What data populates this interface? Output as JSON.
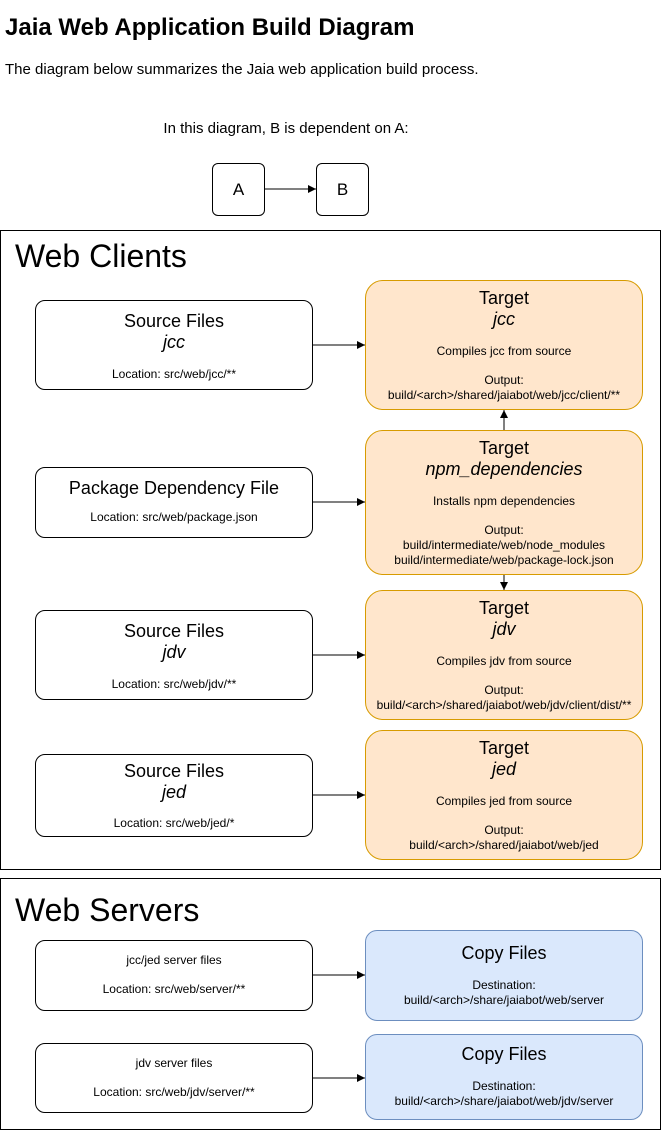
{
  "title": "Jaia Web Application Build Diagram",
  "intro": "The diagram below summarizes the Jaia web application build process.",
  "legend": {
    "text": "In this diagram, B is dependent on A:",
    "a": "A",
    "b": "B"
  },
  "web_clients": {
    "title": "Web Clients",
    "src_jcc": {
      "title": "Source Files",
      "name": "jcc",
      "location": "Location: src/web/jcc/**"
    },
    "pkg": {
      "title": "Package Dependency File",
      "location": "Location: src/web/package.json"
    },
    "src_jdv": {
      "title": "Source Files",
      "name": "jdv",
      "location": "Location: src/web/jdv/**"
    },
    "src_jed": {
      "title": "Source Files",
      "name": "jed",
      "location": "Location: src/web/jed/*"
    },
    "tgt_jcc": {
      "title": "Target",
      "name": "jcc",
      "desc": "Compiles jcc from source",
      "output_label": "Output:",
      "output": "build/<arch>/shared/jaiabot/web/jcc/client/**"
    },
    "tgt_npm": {
      "title": "Target",
      "name": "npm_dependencies",
      "desc": "Installs npm dependencies",
      "output_label": "Output:",
      "output1": "build/intermediate/web/node_modules",
      "output2": "build/intermediate/web/package-lock.json"
    },
    "tgt_jdv": {
      "title": "Target",
      "name": "jdv",
      "desc": "Compiles jdv from source",
      "output_label": "Output:",
      "output": "build/<arch>/shared/jaiabot/web/jdv/client/dist/**"
    },
    "tgt_jed": {
      "title": "Target",
      "name": "jed",
      "desc": "Compiles jed from source",
      "output_label": "Output:",
      "output": "build/<arch>/shared/jaiabot/web/jed"
    }
  },
  "web_servers": {
    "title": "Web Servers",
    "src_jccjed": {
      "title": "jcc/jed server files",
      "location": "Location: src/web/server/**"
    },
    "src_jdv": {
      "title": "jdv server files",
      "location": "Location: src/web/jdv/server/**"
    },
    "copy1": {
      "title": "Copy Files",
      "dest_label": "Destination:",
      "dest": "build/<arch>/share/jaiabot/web/server"
    },
    "copy2": {
      "title": "Copy Files",
      "dest_label": "Destination:",
      "dest": "build/<arch>/share/jaiabot/web/jdv/server"
    }
  }
}
